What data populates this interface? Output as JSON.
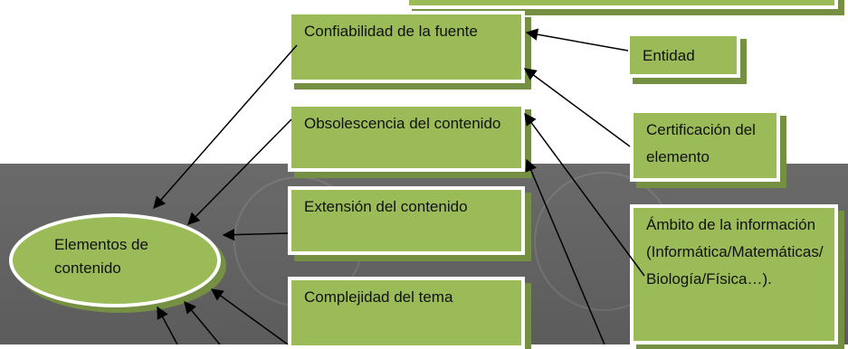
{
  "center": {
    "label": "Elementos de contenido"
  },
  "boxes": {
    "confiabilidad": "Confiabilidad de la fuente",
    "obsolescencia": "Obsolescencia del contenido",
    "extension": "Extensión del contenido",
    "complejidad": "Complejidad del tema",
    "entidad": "Entidad",
    "certificacion": "Certificación del elemento",
    "ambito": "Ámbito de la información (Informática/Matemáticas/Biología/Física…)."
  },
  "colors": {
    "box_fill": "#9bbb59",
    "box_shadow": "#758f43",
    "band": "#636363",
    "arrow": "#000000"
  }
}
